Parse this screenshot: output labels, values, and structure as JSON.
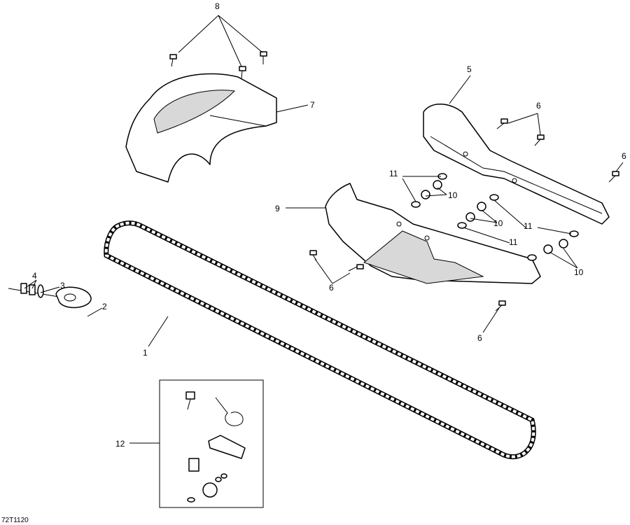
{
  "diagram": {
    "drawing_code": "72T1120",
    "callouts": {
      "c8": "8",
      "c7": "7",
      "c5": "5",
      "c6a": "6",
      "c6b": "6",
      "c11a": "11",
      "c10a": "10",
      "c9": "9",
      "c10b": "10",
      "c11b": "11",
      "c11c": "11",
      "c10c": "10",
      "c6c": "6",
      "c6d": "6",
      "c4": "4",
      "c3": "3",
      "c2": "2",
      "c1": "1",
      "c12": "12"
    }
  }
}
